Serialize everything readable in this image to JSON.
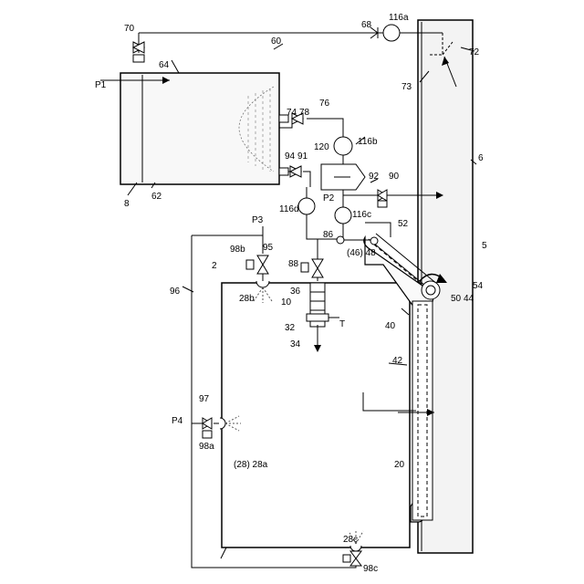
{
  "diagram": {
    "labels": {
      "l70": "70",
      "l60": "60",
      "l68": "68",
      "l116a": "116a",
      "l72": "72",
      "l73": "73",
      "l64": "64",
      "lP1": "P1",
      "l62": "62",
      "l8": "8",
      "l74": "74",
      "l78": "78",
      "l76": "76",
      "l94": "94",
      "l91": "91",
      "l120": "120",
      "l116b": "116b",
      "l90": "90",
      "l92": "92",
      "lP2": "P2",
      "l116c": "116c",
      "l116d": "116d",
      "l52": "52",
      "lP3": "P3",
      "l95": "95",
      "l86": "86",
      "l4648": "(46) 48",
      "l98b": "98b",
      "l88": "88",
      "l2": "2",
      "l96": "96",
      "l28b": "28b",
      "l36": "36",
      "l10": "10",
      "l32": "32",
      "l34": "34",
      "lT": "T",
      "l40": "40",
      "l42": "42",
      "l54": "54",
      "l44": "44",
      "l50": "50",
      "l6": "6",
      "l5": "5",
      "l20": "20",
      "lP4": "P4",
      "l97": "97",
      "l98a": "98a",
      "l2828a": "(28) 28a",
      "l28c": "28c",
      "l98c": "98c"
    }
  }
}
